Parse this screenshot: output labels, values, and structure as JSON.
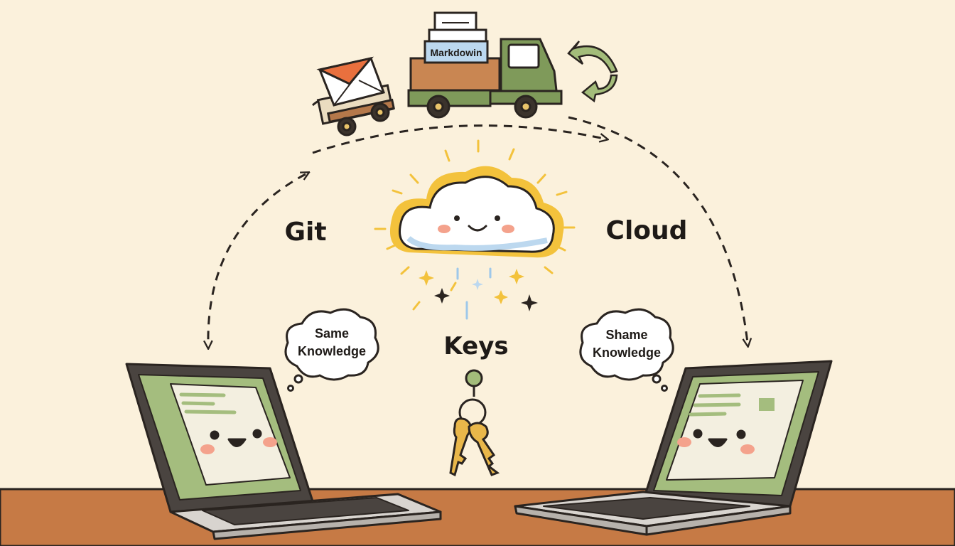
{
  "labels": {
    "git": "Git",
    "cloud": "Cloud",
    "keys": "Keys"
  },
  "truck": {
    "box_label": "Markdowin"
  },
  "bubbles": {
    "left": {
      "line1": "Same",
      "line2": "Knowledge"
    },
    "right": {
      "line1": "Shame",
      "line2": "Knowledge"
    }
  },
  "colors": {
    "background": "#fbf1dc",
    "desk": "#c67a45",
    "screen_green": "#a4bd7e",
    "truck_green": "#7f9a5a",
    "cloud_glow": "#f3c23c",
    "outline": "#2a2420"
  }
}
